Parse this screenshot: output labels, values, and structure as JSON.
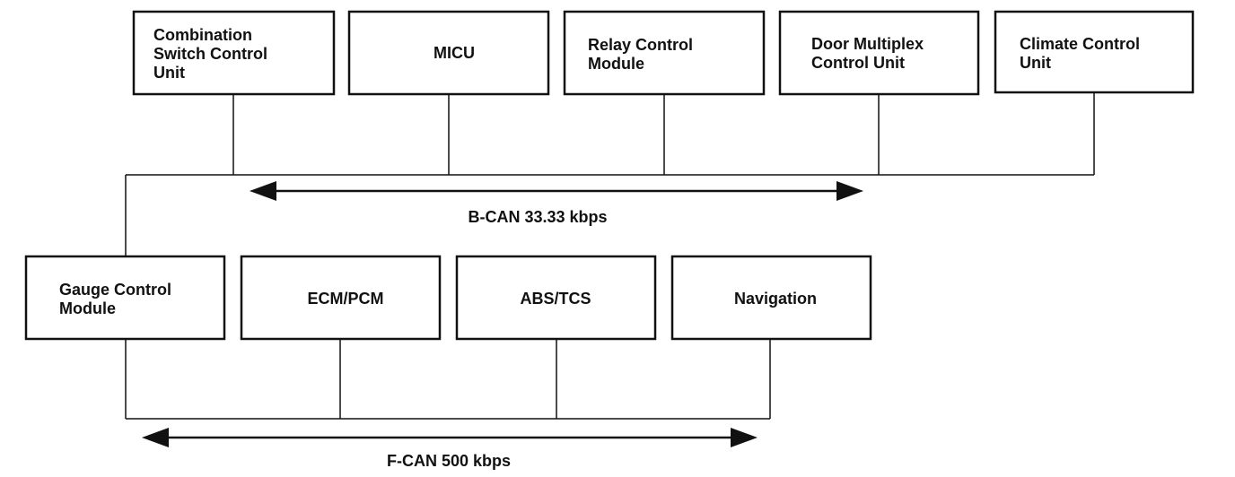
{
  "colors": {
    "line": "#111111",
    "background": "#ffffff"
  },
  "top_row": [
    {
      "id": "combination-switch-control-unit",
      "lines": [
        "Combination",
        "Switch Control",
        "Unit"
      ]
    },
    {
      "id": "micu",
      "lines": [
        "MICU"
      ]
    },
    {
      "id": "relay-control-module",
      "lines": [
        "Relay Control",
        "Module"
      ]
    },
    {
      "id": "door-multiplex-control-unit",
      "lines": [
        "Door Multiplex",
        "Control Unit"
      ]
    },
    {
      "id": "climate-control-unit",
      "lines": [
        "Climate Control",
        "Unit"
      ]
    }
  ],
  "bottom_row": [
    {
      "id": "gauge-control-module",
      "lines": [
        "Gauge Control",
        "Module"
      ]
    },
    {
      "id": "ecm-pcm",
      "lines": [
        "ECM/PCM"
      ]
    },
    {
      "id": "abs-tcs",
      "lines": [
        "ABS/TCS"
      ]
    },
    {
      "id": "navigation",
      "lines": [
        "Navigation"
      ]
    }
  ],
  "buses": {
    "b_can": {
      "label": "B-CAN 33.33 kbps"
    },
    "f_can": {
      "label": "F-CAN 500 kbps"
    }
  }
}
